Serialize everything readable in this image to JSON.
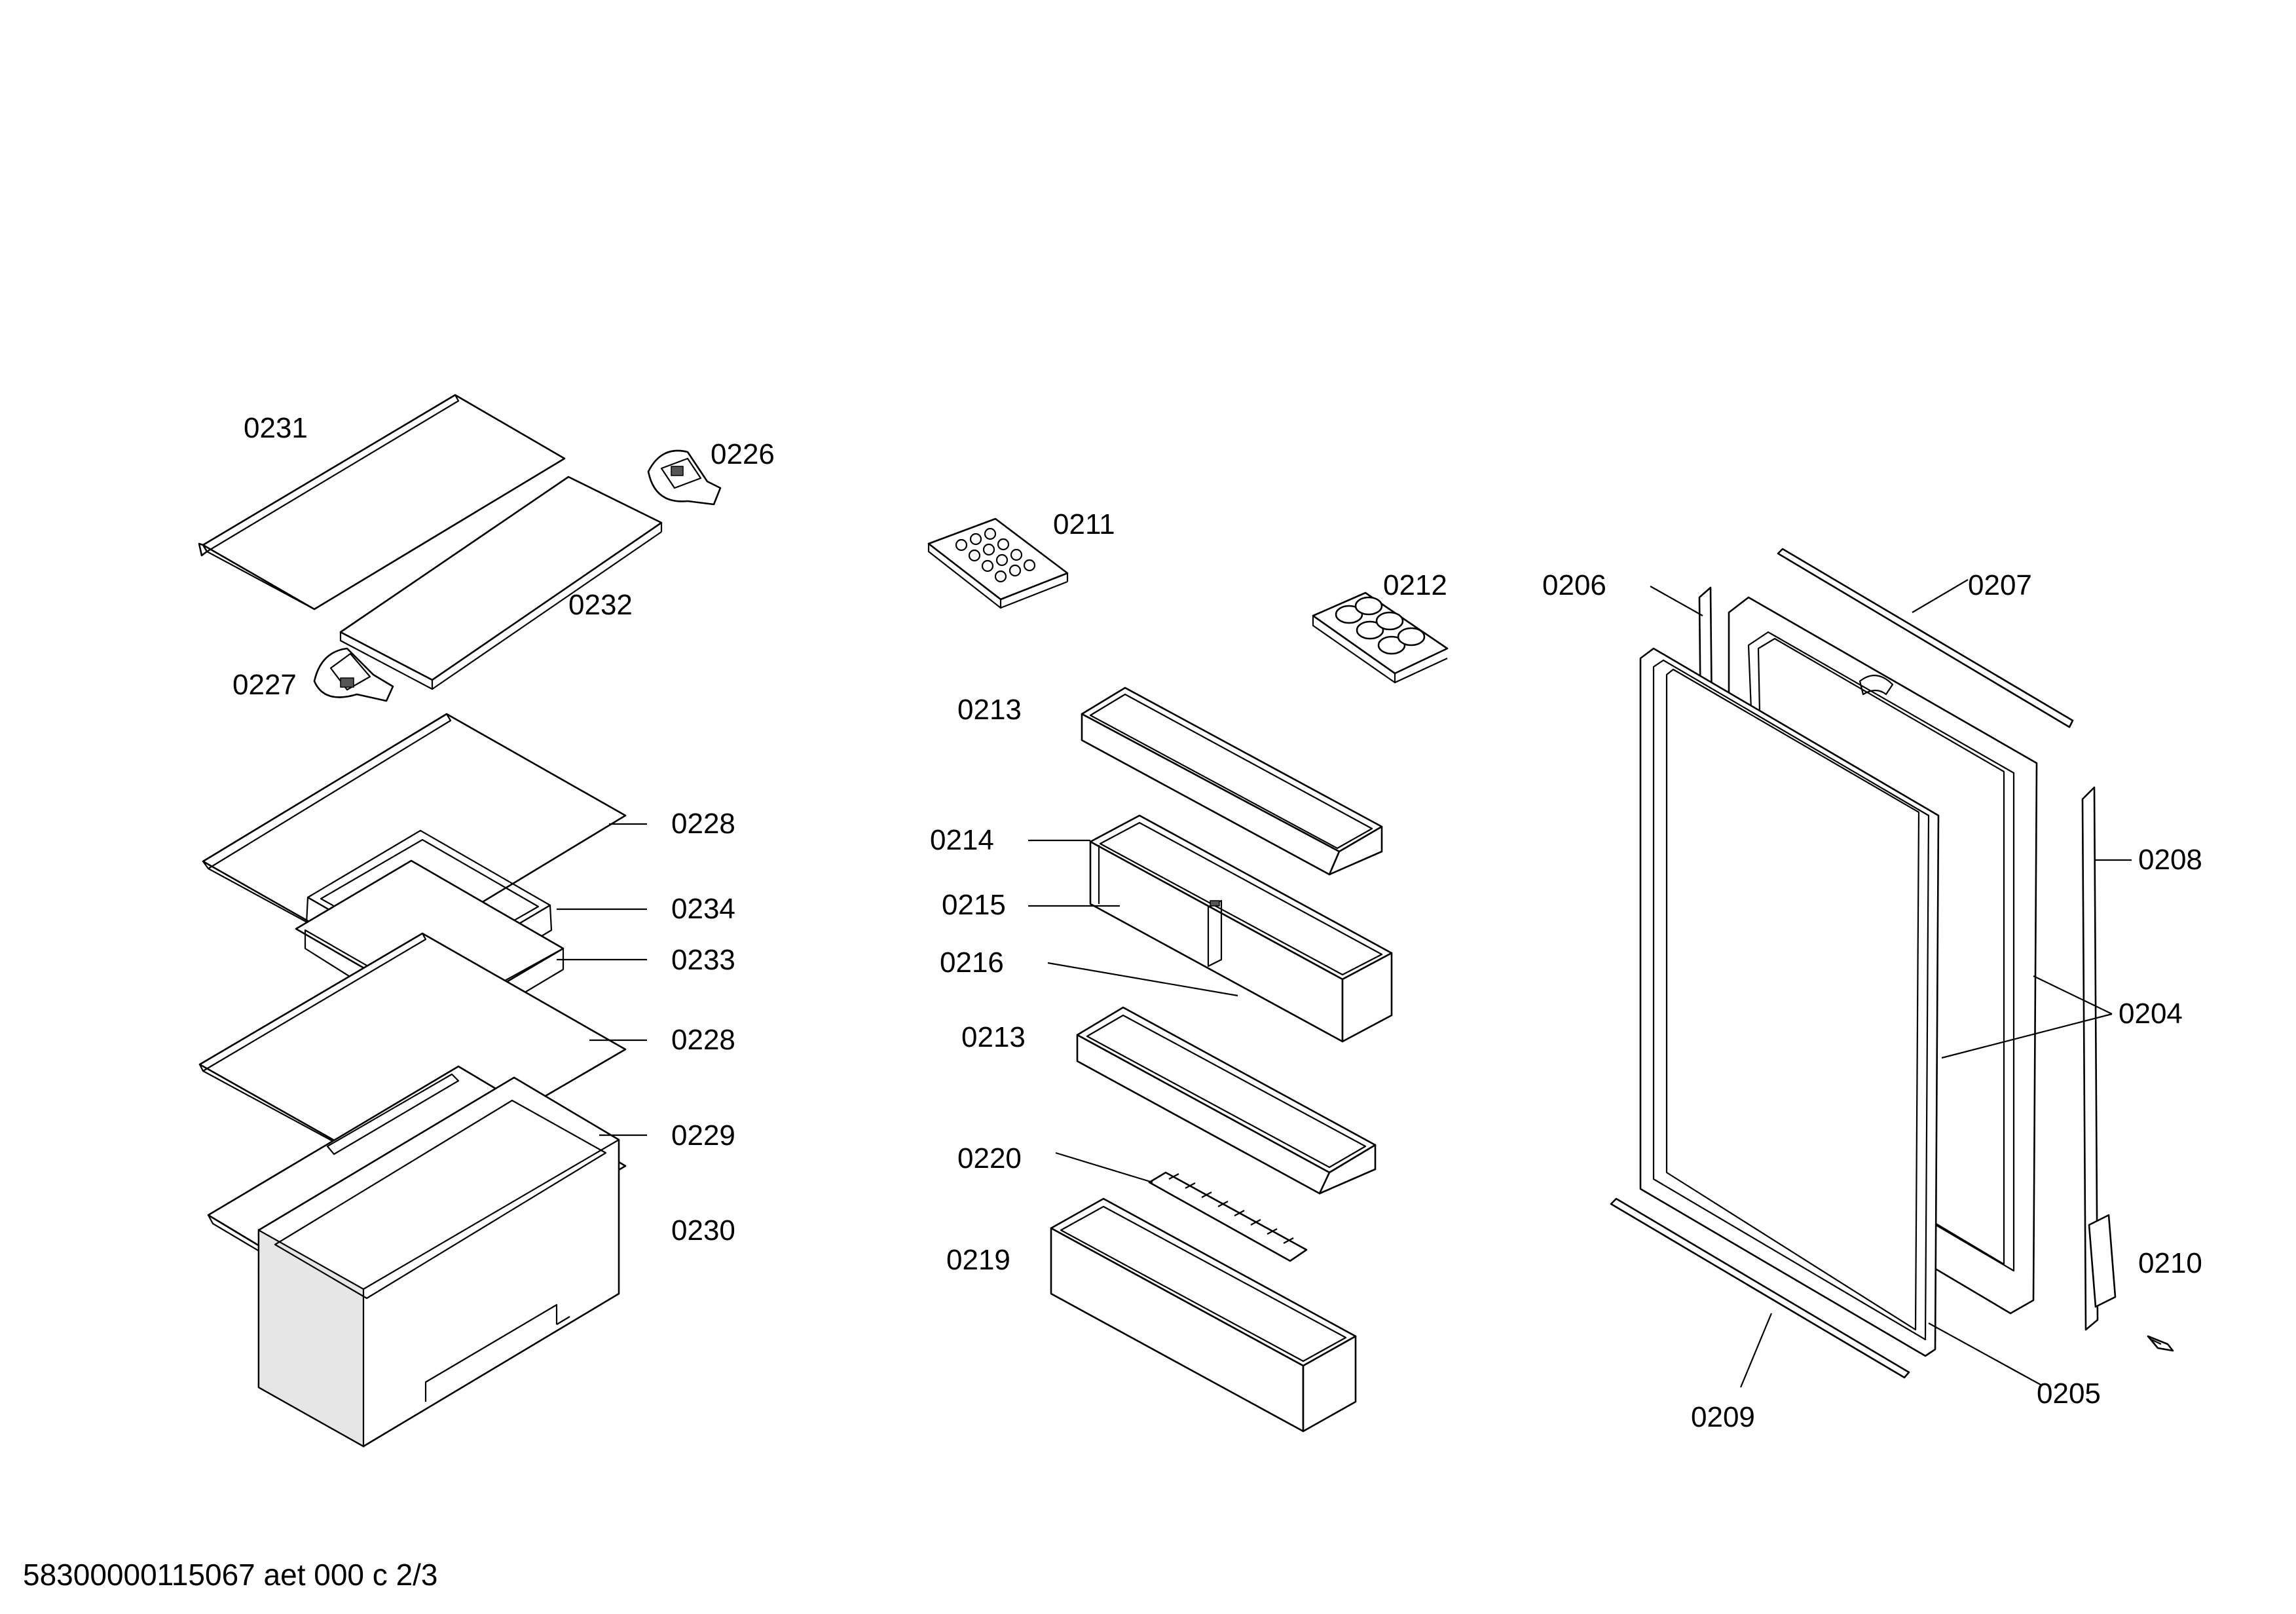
{
  "labels": {
    "p0231": "0231",
    "p0226": "0226",
    "p0232": "0232",
    "p0227": "0227",
    "p0228a": "0228",
    "p0234": "0234",
    "p0233": "0233",
    "p0228b": "0228",
    "p0229": "0229",
    "p0230": "0230",
    "p0211": "0211",
    "p0212": "0212",
    "p0213a": "0213",
    "p0214": "0214",
    "p0215": "0215",
    "p0216": "0216",
    "p0213b": "0213",
    "p0220": "0220",
    "p0219": "0219",
    "p0206": "0206",
    "p0207": "0207",
    "p0208": "0208",
    "p0204": "0204",
    "p0210": "0210",
    "p0205": "0205",
    "p0209": "0209"
  },
  "footer": {
    "doc_id": "58300000115067 aet 000 c 2/3"
  }
}
